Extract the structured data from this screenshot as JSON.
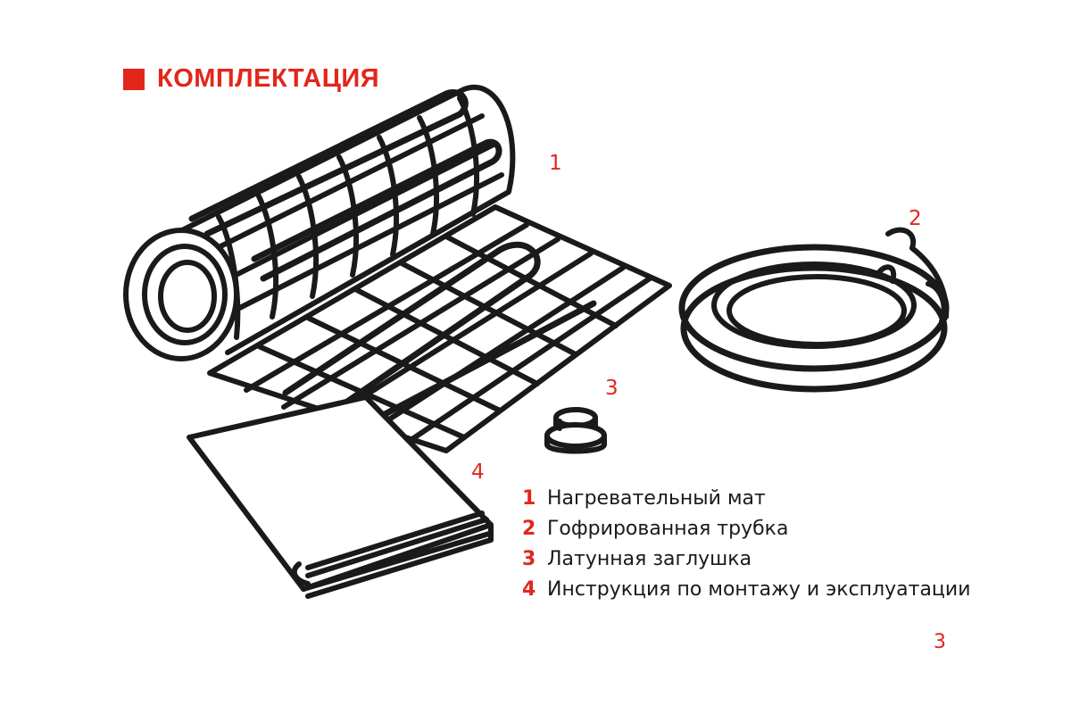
{
  "heading": {
    "title": "КОМПЛЕКТАЦИЯ"
  },
  "callouts": {
    "mat": "1",
    "tube": "2",
    "plug": "3",
    "manual": "4"
  },
  "legend": [
    {
      "num": "1",
      "text": "Нагревательный мат"
    },
    {
      "num": "2",
      "text": "Гофрированная трубка"
    },
    {
      "num": "3",
      "text": "Латунная заглушка"
    },
    {
      "num": "4",
      "text": "Инструкция по монтажу и эксплуатации"
    }
  ],
  "page_number": "3",
  "colors": {
    "accent": "#e2261c",
    "ink": "#1a1a1a",
    "background": "#ffffff"
  },
  "icons": {
    "heading_marker": "red-square-icon",
    "mat": "heating-mat-roll-icon",
    "tube": "corrugated-tube-coil-icon",
    "plug": "brass-plug-icon",
    "manual": "folded-manual-icon"
  }
}
